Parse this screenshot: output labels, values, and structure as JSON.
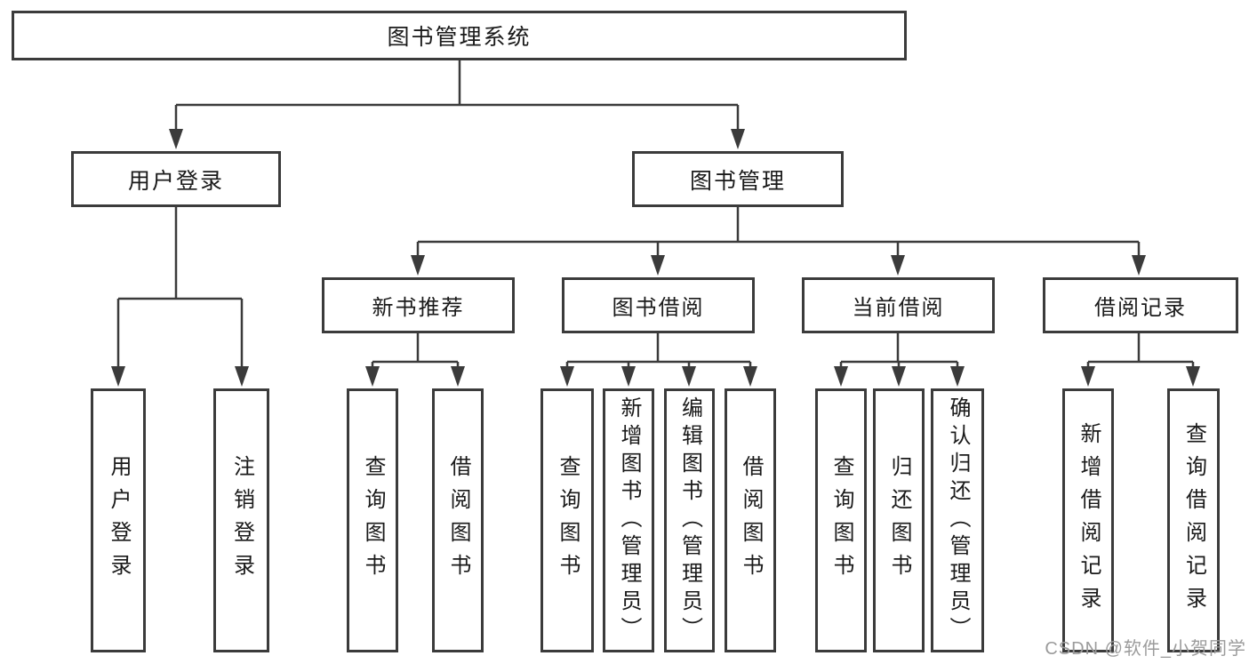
{
  "diagram": {
    "root": {
      "label": "图书管理系统"
    },
    "branches": [
      {
        "label": "用户登录",
        "children": [
          {
            "label": "用户登录"
          },
          {
            "label": "注销登录"
          }
        ]
      },
      {
        "label": "图书管理",
        "groups": [
          {
            "label": "新书推荐",
            "children": [
              {
                "label": "查询图书"
              },
              {
                "label": "借阅图书"
              }
            ]
          },
          {
            "label": "图书借阅",
            "children": [
              {
                "label": "查询图书"
              },
              {
                "label": "新增图书（管理员）"
              },
              {
                "label": "编辑图书（管理员）"
              },
              {
                "label": "借阅图书"
              }
            ]
          },
          {
            "label": "当前借阅",
            "children": [
              {
                "label": "查询图书"
              },
              {
                "label": "归还图书"
              },
              {
                "label": "确认归还（管理员）"
              }
            ]
          },
          {
            "label": "借阅记录",
            "children": [
              {
                "label": "新增借阅记录"
              },
              {
                "label": "查询借阅记录"
              }
            ]
          }
        ]
      }
    ]
  },
  "colors": {
    "line": "#3b3b3b",
    "text": "#1a1a1a",
    "watermark": "#9b9b9b",
    "background": "#ffffff"
  },
  "watermark": {
    "text": "CSDN @软件_小贺同学"
  }
}
